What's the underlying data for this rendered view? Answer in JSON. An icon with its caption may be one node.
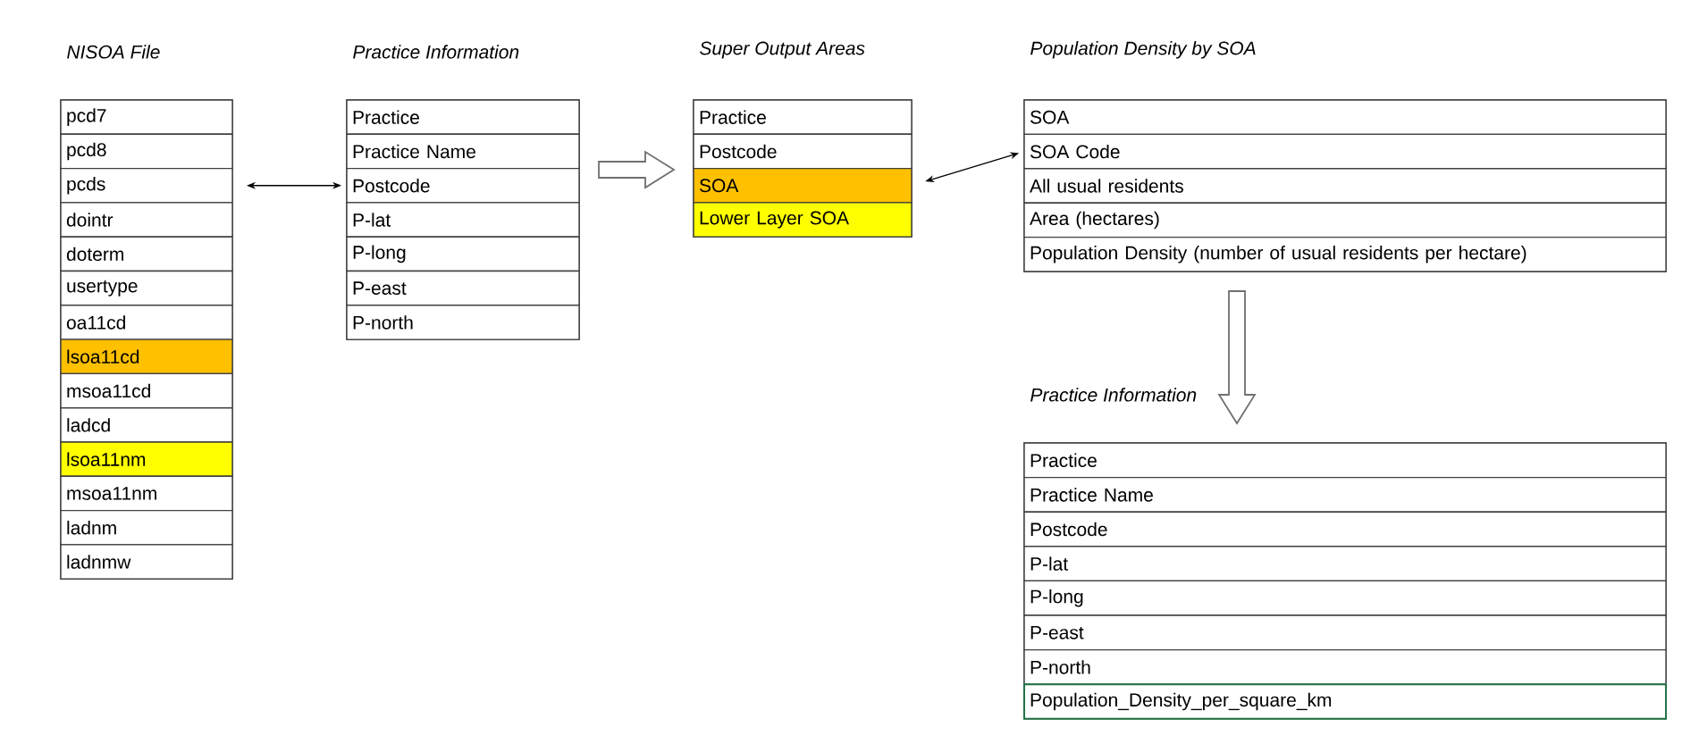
{
  "diagram": {
    "nodes": [
      {
        "text": [
          "NISOA File"
        ]
      },
      {
        "text": [
          "pcd7"
        ],
        "in": 0
      },
      {
        "text": [
          "pcd8"
        ],
        "in": 0
      },
      {
        "text": [
          "pcds"
        ],
        "in": 0
      },
      {
        "text": [
          "dointr"
        ],
        "in": 0
      },
      {
        "text": [
          "doterm"
        ],
        "in": 0
      },
      {
        "text": [
          "usertype"
        ],
        "in": 0
      },
      {
        "text": [
          "oa11cd"
        ],
        "in": 0
      },
      {
        "text": [
          "lsoa11cd"
        ],
        "in": 0
      },
      {
        "text": [
          "msoa11cd"
        ],
        "in": 0
      },
      {
        "text": [
          "ladcd"
        ],
        "in": 0
      },
      {
        "text": [
          "lsoa11nm"
        ],
        "in": 0
      },
      {
        "text": [
          "msoa11nm"
        ],
        "in": 0
      },
      {
        "text": [
          "ladnm"
        ],
        "in": 0
      },
      {
        "text": [
          "ladnmw"
        ],
        "in": 0
      },
      {
        "text": [
          "Practice Information"
        ]
      },
      {
        "text": [
          "Practice"
        ],
        "in": 15
      },
      {
        "text": [
          "Practice Name"
        ],
        "in": 15
      },
      {
        "text": [
          "Postcode"
        ],
        "in": 15
      },
      {
        "text": [
          "P-lat"
        ],
        "in": 15
      },
      {
        "text": [
          "P-long"
        ],
        "in": 15
      },
      {
        "text": [
          "P-east"
        ],
        "in": 15
      },
      {
        "text": [
          "P-north"
        ],
        "in": 15
      },
      {
        "text": [
          "Super Output Areas"
        ]
      },
      {
        "text": [
          "Practice"
        ],
        "in": 23
      },
      {
        "text": [
          "Postcode"
        ],
        "in": 23
      },
      {
        "text": [
          "SOA"
        ],
        "in": 23
      },
      {
        "text": [
          "Lower Layer SOA"
        ],
        "in": 23
      },
      {
        "text": [
          "Population Density by SOA"
        ]
      },
      {
        "text": [
          "SOA"
        ],
        "in": 28
      },
      {
        "text": [
          "SOA Code"
        ],
        "in": 28
      },
      {
        "text": [
          "All usual residents"
        ],
        "in": 28
      },
      {
        "text": [
          "Area (hectares)"
        ],
        "in": 28
      },
      {
        "text": [
          "Population Density (number of usual residents per hectare)"
        ],
        "in": 28
      },
      {
        "text": [
          "Practice Information"
        ]
      },
      {
        "text": [
          "Practice"
        ],
        "in": 34
      },
      {
        "text": [
          "Practice Name"
        ],
        "in": 34
      },
      {
        "text": [
          "Postcode"
        ],
        "in": 34
      },
      {
        "text": [
          "P-lat"
        ],
        "in": 34
      },
      {
        "text": [
          "P-long"
        ],
        "in": 34
      },
      {
        "text": [
          "P-east"
        ],
        "in": 34
      },
      {
        "text": [
          "P-north"
        ],
        "in": 34
      },
      {
        "text": [
          "Population_Density_per_square_km"
        ],
        "in": 34
      }
    ],
    "edges": [
      {
        "from": 3,
        "to": 18,
        "arrow": "both"
      },
      {
        "from": 15,
        "to": 23,
        "arrow": "to",
        "style": "thick"
      },
      {
        "from": 26,
        "to": 30,
        "arrow": "both"
      },
      {
        "from": 28,
        "to": 34,
        "arrow": "to",
        "style": "thick"
      }
    ]
  }
}
